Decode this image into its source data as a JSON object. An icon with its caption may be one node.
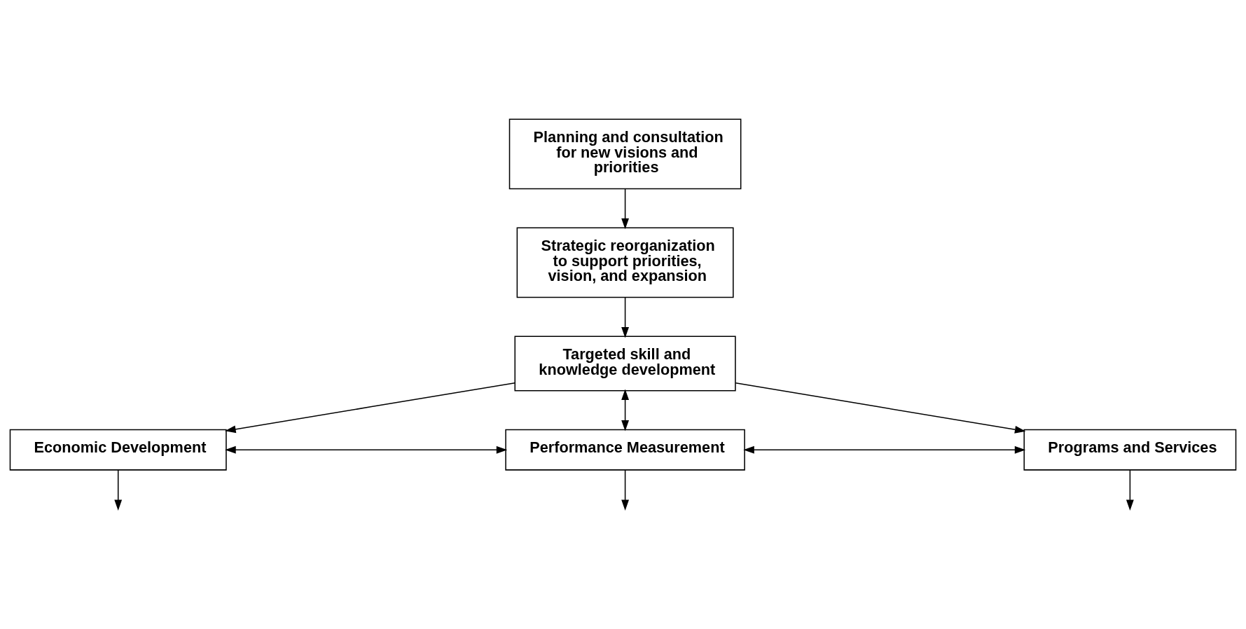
{
  "diagram": {
    "nodes": [
      {
        "text": [
          "Planning and consultation for new visions and priorities"
        ]
      },
      {
        "text": [
          "Strategic reorganization to support priorities, vision, and expansion"
        ]
      },
      {
        "text": [
          "Targeted skill and knowledge development"
        ]
      },
      {
        "text": [
          "Economic Development"
        ]
      },
      {
        "text": [
          "Performance Measurement"
        ]
      },
      {
        "text": [
          "Programs and Services"
        ]
      }
    ],
    "edges": [
      {
        "from": 0,
        "to": 1,
        "arrow": "to"
      },
      {
        "from": 1,
        "to": 2,
        "arrow": "to"
      },
      {
        "from": 2,
        "to": 3,
        "arrow": "to"
      },
      {
        "from": 2,
        "to": 4,
        "arrow": "both"
      },
      {
        "from": 2,
        "to": 5,
        "arrow": "to"
      },
      {
        "from": 3,
        "to": 4,
        "arrow": "both"
      },
      {
        "from": 4,
        "to": 5,
        "arrow": "both"
      },
      {
        "from": 3,
        "to": null,
        "arrow": "to"
      },
      {
        "from": 4,
        "to": null,
        "arrow": "to"
      },
      {
        "from": 5,
        "to": null,
        "arrow": "to"
      }
    ]
  }
}
